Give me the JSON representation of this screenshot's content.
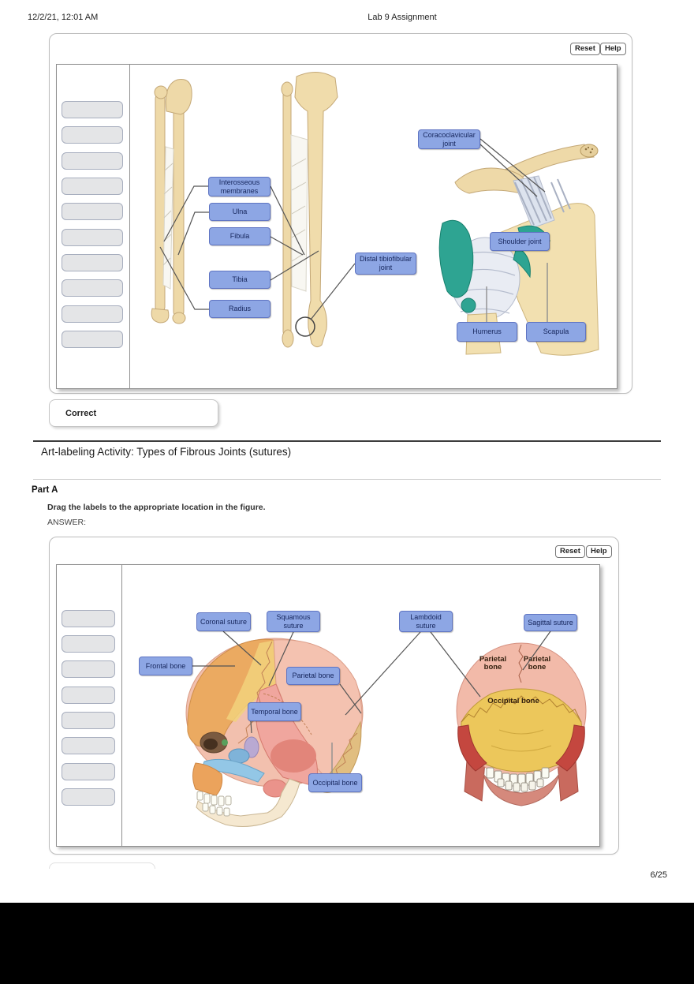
{
  "header": {
    "datetime": "12/2/21, 12:01 AM",
    "title": "Lab 9 Assignment"
  },
  "section": {
    "title": "Art-labeling Activity: Types of Fibrous Joints (sutures)",
    "part_label": "Part A",
    "instruction": "Drag the labels to the appropriate location in the figure.",
    "answer_label": "ANSWER:"
  },
  "panel1": {
    "reset_label": "Reset",
    "help_label": "Help",
    "status": "Correct",
    "empty_slot_count": 10,
    "labels": [
      "Interosseous membranes",
      "Ulna",
      "Fibula",
      "Tibia",
      "Radius",
      "Distal tibiofibular joint",
      "Coracoclavicular joint",
      "Shoulder joint",
      "Humerus",
      "Scapula"
    ]
  },
  "panel2": {
    "reset_label": "Reset",
    "help_label": "Help",
    "empty_slot_count": 8,
    "labels": [
      "Coronal suture",
      "Squamous suture",
      "Lambdoid suture",
      "Sagittal suture",
      "Frontal bone",
      "Parietal bone",
      "Temporal bone",
      "Occipital bone"
    ],
    "figure_texts": [
      "Parietal bone",
      "Parietal bone",
      "Occipital bone"
    ]
  },
  "footer": {
    "page_number": "6/25"
  },
  "colors": {
    "label_fill": "#8da6e4",
    "label_border": "#5f74c2",
    "label_text": "#16265c",
    "slot_fill": "#e4e5e7",
    "slot_border": "#a7aebe",
    "bone_tan": "#eed9a8",
    "ligament_gray": "#a8b0c2",
    "cartilage_teal": "#2ea492",
    "occipital_yellow": "#ecc75b",
    "parietal_pink": "#f2c0ae",
    "frontal_orange": "#ebaa61"
  }
}
